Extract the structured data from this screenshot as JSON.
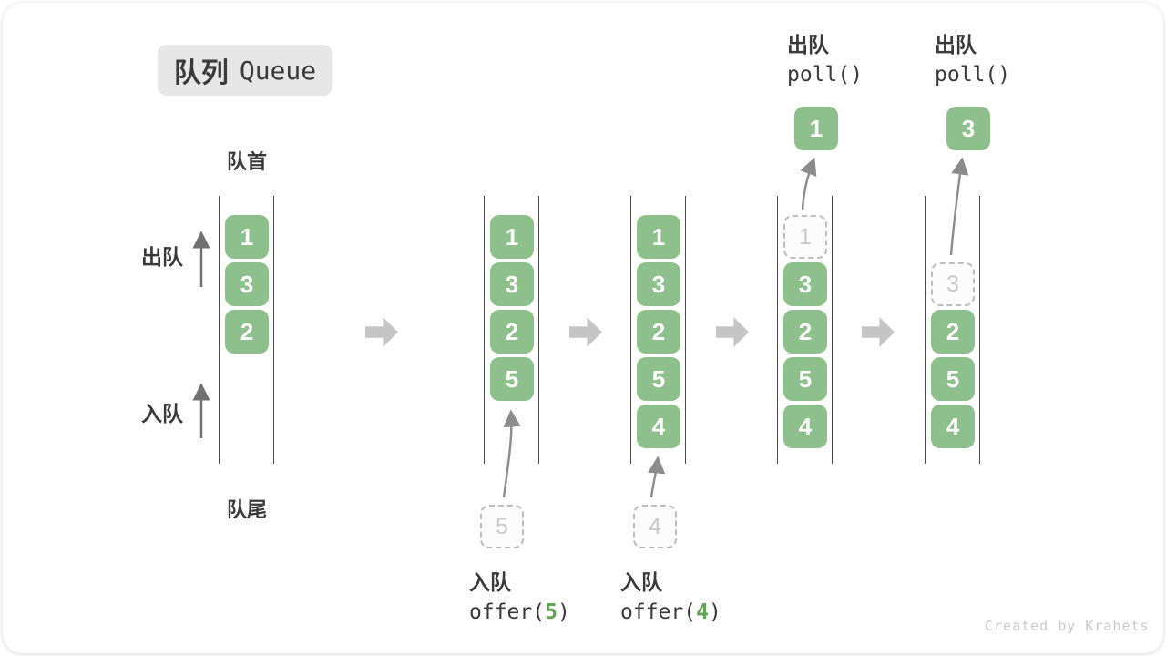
{
  "title": {
    "zh": "队列",
    "en": "Queue"
  },
  "labels": {
    "front": "队首",
    "rear": "队尾",
    "dequeue": "出队",
    "enqueue": "入队"
  },
  "watermark": "Created by Krahets",
  "colors": {
    "item_green": "#8dc08b",
    "code_green": "#62a455",
    "text_dark": "#3a3a3a",
    "badge_bg": "#e7e7e7",
    "wall": "#4a4a4a",
    "thin_arrow": "#8c8c8c",
    "block_arrow": "#c5c5c5",
    "dashed_border": "#bdbdbd",
    "dashed_text": "#c9c9c9",
    "watermark_gray": "#cbcbcb"
  },
  "states": [
    {
      "name": "queue-initial",
      "items": [
        {
          "value": "1",
          "style": "solid"
        },
        {
          "value": "3",
          "style": "solid"
        },
        {
          "value": "2",
          "style": "solid"
        }
      ]
    },
    {
      "name": "queue-after-offer-5",
      "items": [
        {
          "value": "1",
          "style": "solid"
        },
        {
          "value": "3",
          "style": "solid"
        },
        {
          "value": "2",
          "style": "solid"
        },
        {
          "value": "5",
          "style": "solid"
        }
      ],
      "pending": {
        "value": "5"
      },
      "op": {
        "label": "入队",
        "code_pre": "offer(",
        "code_arg": "5",
        "code_post": ")"
      }
    },
    {
      "name": "queue-after-offer-4",
      "items": [
        {
          "value": "1",
          "style": "solid"
        },
        {
          "value": "3",
          "style": "solid"
        },
        {
          "value": "2",
          "style": "solid"
        },
        {
          "value": "5",
          "style": "solid"
        },
        {
          "value": "4",
          "style": "solid"
        }
      ],
      "pending": {
        "value": "4"
      },
      "op": {
        "label": "入队",
        "code_pre": "offer(",
        "code_arg": "4",
        "code_post": ")"
      }
    },
    {
      "name": "queue-after-poll-1",
      "items": [
        {
          "value": "1",
          "style": "dashed"
        },
        {
          "value": "3",
          "style": "solid"
        },
        {
          "value": "2",
          "style": "solid"
        },
        {
          "value": "5",
          "style": "solid"
        },
        {
          "value": "4",
          "style": "solid"
        }
      ],
      "popped": {
        "value": "1"
      },
      "op_top": {
        "label": "出队",
        "code": "poll()"
      }
    },
    {
      "name": "queue-after-poll-3",
      "items": [
        {
          "style": "empty"
        },
        {
          "value": "3",
          "style": "dashed"
        },
        {
          "value": "2",
          "style": "solid"
        },
        {
          "value": "5",
          "style": "solid"
        },
        {
          "value": "4",
          "style": "solid"
        }
      ],
      "popped": {
        "value": "3"
      },
      "op_top": {
        "label": "出队",
        "code": "poll()"
      }
    }
  ]
}
